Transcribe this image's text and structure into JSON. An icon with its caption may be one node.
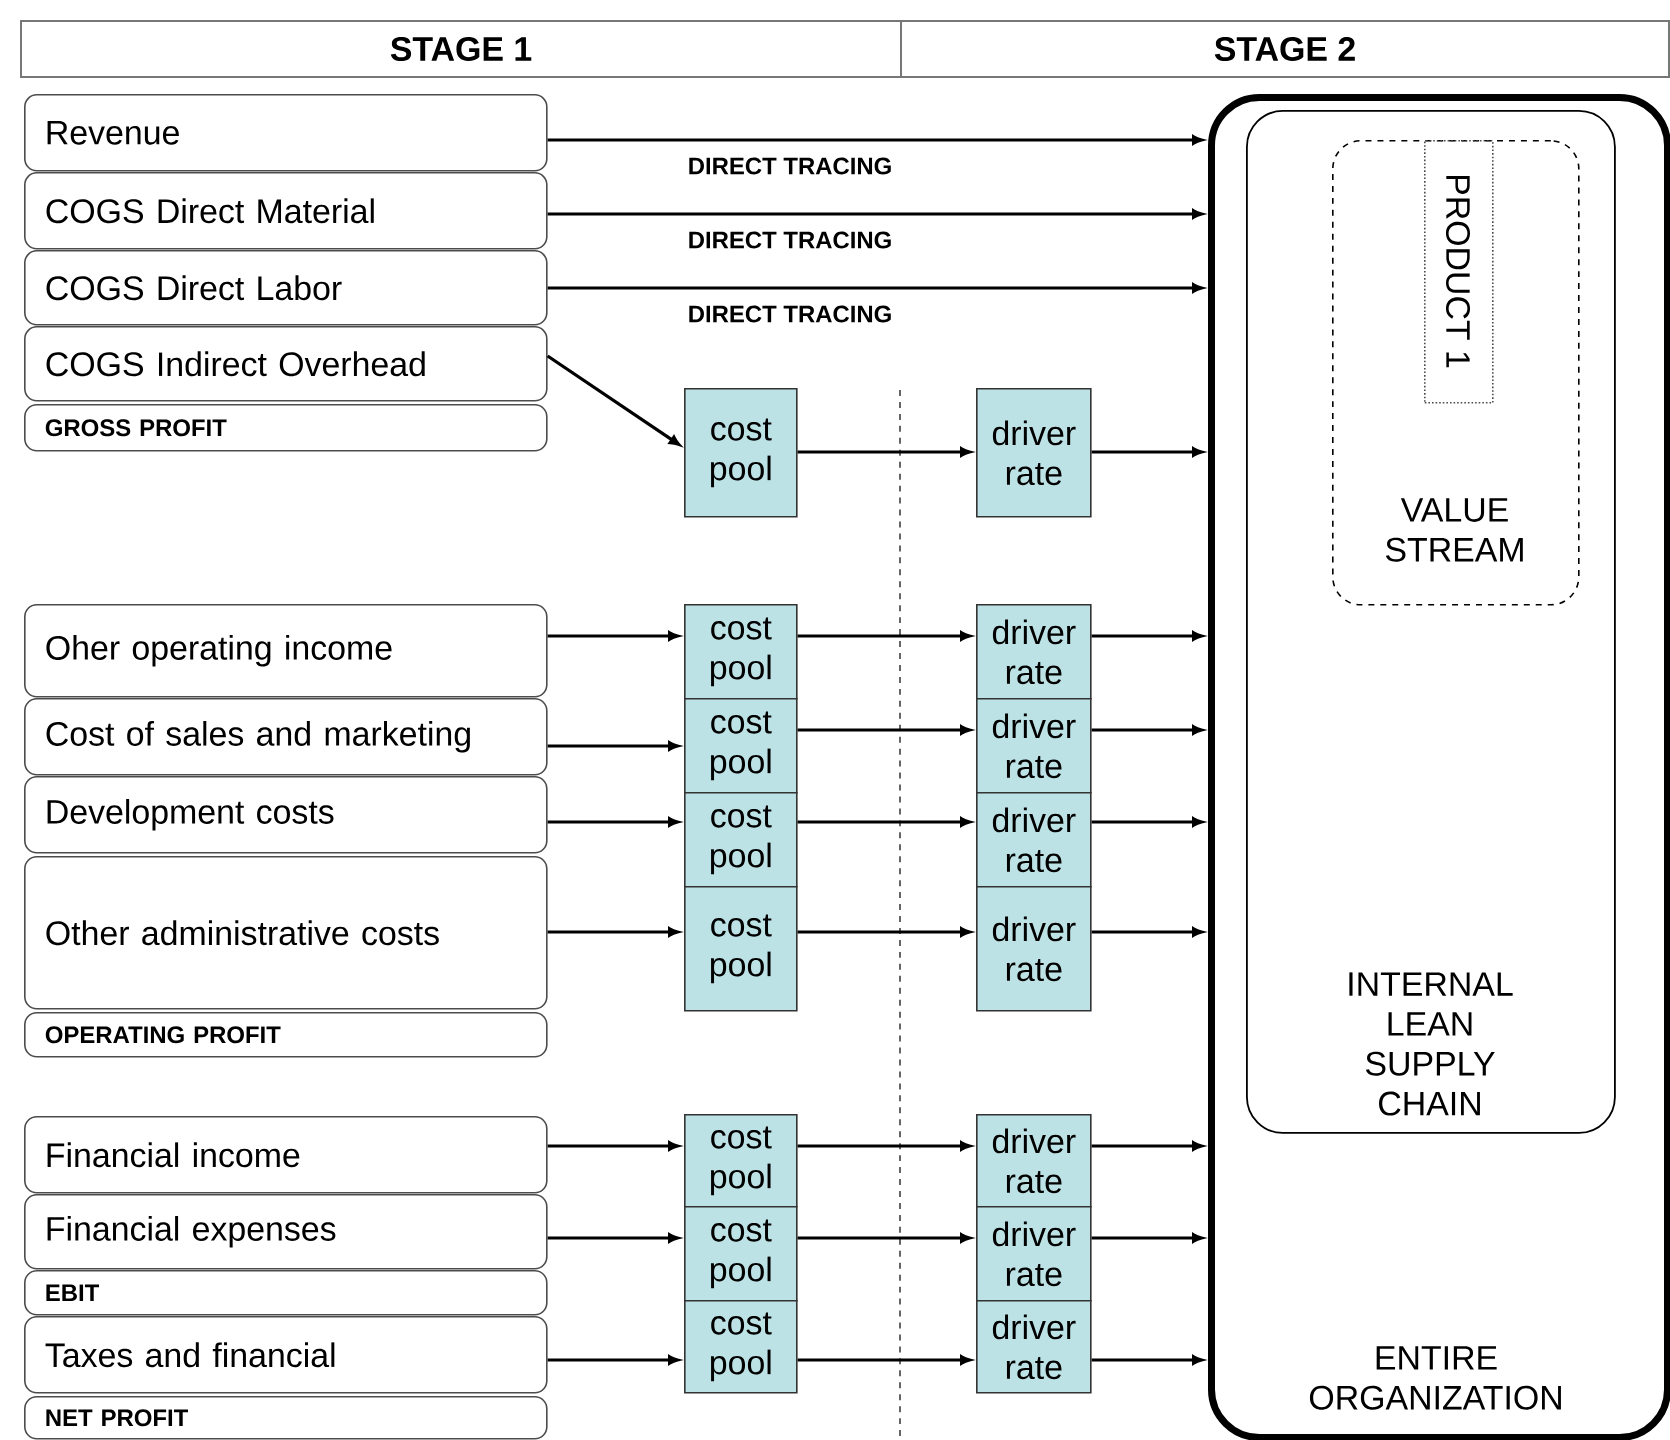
{
  "diagram": {
    "nodes": [
      {
        "text": [
          "STAGE 1"
        ]
      },
      {
        "text": [
          "STAGE 2"
        ]
      },
      {
        "text": [
          "Revenue"
        ]
      },
      {
        "text": [
          "COGS Direct Material"
        ]
      },
      {
        "text": [
          "COGS Direct Labor"
        ]
      },
      {
        "text": [
          "COGS Indirect Overhead"
        ]
      },
      {
        "text": [
          "GROSS PROFIT"
        ]
      },
      {
        "text": [
          "Oher operating income"
        ]
      },
      {
        "text": [
          "Cost of sales and marketing"
        ]
      },
      {
        "text": [
          "Development costs"
        ]
      },
      {
        "text": [
          "Other administrative costs"
        ]
      },
      {
        "text": [
          "OPERATING PROFIT"
        ]
      },
      {
        "text": [
          "Financial income"
        ]
      },
      {
        "text": [
          "Financial expenses"
        ]
      },
      {
        "text": [
          "EBIT"
        ]
      },
      {
        "text": [
          "Taxes and financial"
        ]
      },
      {
        "text": [
          "NET PROFIT"
        ]
      },
      {
        "text": [
          "cost pool"
        ]
      },
      {
        "text": [
          "driver rate"
        ]
      },
      {
        "text": [
          "cost pool"
        ]
      },
      {
        "text": [
          "driver rate"
        ]
      },
      {
        "text": [
          "cost pool"
        ]
      },
      {
        "text": [
          "driver rate"
        ]
      },
      {
        "text": [
          "cost pool"
        ]
      },
      {
        "text": [
          "driver rate"
        ]
      },
      {
        "text": [
          "cost pool"
        ]
      },
      {
        "text": [
          "driver rate"
        ]
      },
      {
        "text": [
          "cost pool"
        ]
      },
      {
        "text": [
          "driver rate"
        ]
      },
      {
        "text": [
          "cost pool"
        ]
      },
      {
        "text": [
          "driver rate"
        ]
      },
      {
        "text": [
          "cost pool"
        ]
      },
      {
        "text": [
          "driver rate"
        ]
      },
      {
        "text": [
          "ENTIRE ORGANIZATION"
        ]
      },
      {
        "text": [
          "INTERNAL LEAN SUPPLY CHAIN"
        ],
        "in": 33
      },
      {
        "text": [
          "VALUE STREAM"
        ],
        "in": 34
      },
      {
        "text": [
          "PRODUCT 1"
        ],
        "in": 35
      }
    ],
    "edges": [
      {
        "from": 2,
        "to": 33,
        "arrow": "to",
        "label": "DIRECT TRACING"
      },
      {
        "from": 3,
        "to": 33,
        "arrow": "to",
        "label": "DIRECT TRACING"
      },
      {
        "from": 4,
        "to": 33,
        "arrow": "to",
        "label": "DIRECT TRACING"
      },
      {
        "from": 5,
        "to": 17,
        "arrow": "to"
      },
      {
        "from": 17,
        "to": 18,
        "arrow": "to"
      },
      {
        "from": 18,
        "to": 33,
        "arrow": "to"
      },
      {
        "from": 7,
        "to": 19,
        "arrow": "to"
      },
      {
        "from": 19,
        "to": 20,
        "arrow": "to"
      },
      {
        "from": 20,
        "to": 33,
        "arrow": "to"
      },
      {
        "from": 8,
        "to": 21,
        "arrow": "to"
      },
      {
        "from": 21,
        "to": 22,
        "arrow": "to"
      },
      {
        "from": 22,
        "to": 33,
        "arrow": "to"
      },
      {
        "from": 9,
        "to": 23,
        "arrow": "to"
      },
      {
        "from": 23,
        "to": 24,
        "arrow": "to"
      },
      {
        "from": 24,
        "to": 33,
        "arrow": "to"
      },
      {
        "from": 10,
        "to": 25,
        "arrow": "to"
      },
      {
        "from": 25,
        "to": 26,
        "arrow": "to"
      },
      {
        "from": 26,
        "to": 33,
        "arrow": "to"
      },
      {
        "from": 12,
        "to": 27,
        "arrow": "to"
      },
      {
        "from": 27,
        "to": 28,
        "arrow": "to"
      },
      {
        "from": 28,
        "to": 33,
        "arrow": "to"
      },
      {
        "from": 13,
        "to": 29,
        "arrow": "to"
      },
      {
        "from": 29,
        "to": 30,
        "arrow": "to"
      },
      {
        "from": 30,
        "to": 33,
        "arrow": "to"
      },
      {
        "from": 15,
        "to": 31,
        "arrow": "to"
      },
      {
        "from": 31,
        "to": 32,
        "arrow": "to"
      },
      {
        "from": 32,
        "to": 33,
        "arrow": "to"
      }
    ]
  }
}
